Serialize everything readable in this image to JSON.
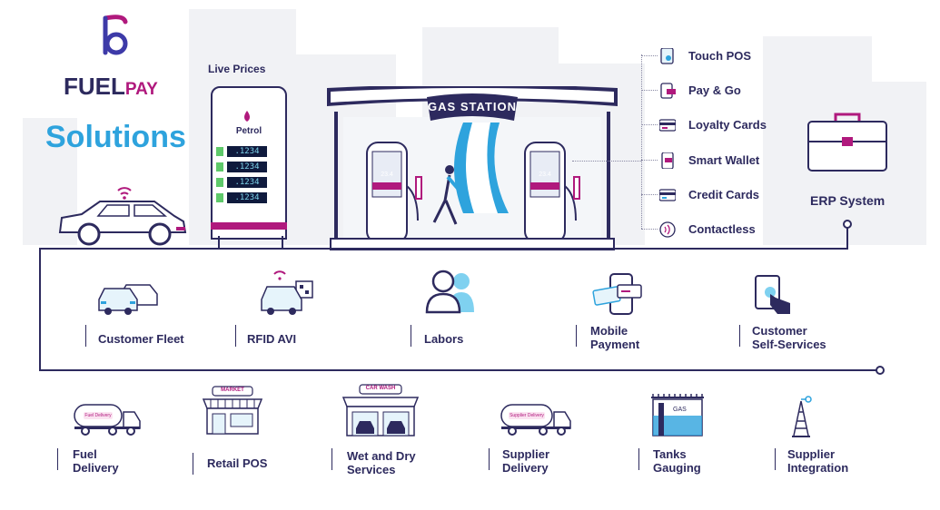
{
  "brand": {
    "name_bold": "FUEL",
    "name_light": "PAY",
    "tagline": "Solutions"
  },
  "live_prices": {
    "title": "Live Prices",
    "fuel": "Petrol",
    "prices": [
      ".1234",
      ".1234",
      ".1234",
      ".1234"
    ]
  },
  "station": {
    "title": "GAS STATION",
    "pump_display": "23.4"
  },
  "payment_methods": [
    {
      "label": "Touch POS",
      "icon": "touch-pos-icon"
    },
    {
      "label": "Pay & Go",
      "icon": "pay-and-go-icon"
    },
    {
      "label": "Loyalty Cards",
      "icon": "loyalty-card-icon"
    },
    {
      "label": "Smart Wallet",
      "icon": "smart-wallet-icon"
    },
    {
      "label": "Credit Cards",
      "icon": "credit-card-icon"
    },
    {
      "label": "Contactless",
      "icon": "contactless-icon"
    }
  ],
  "erp": {
    "label": "ERP System"
  },
  "row1": [
    {
      "label": "Customer Fleet",
      "icon": "fleet-cars-icon"
    },
    {
      "label": "RFID AVI",
      "icon": "rfid-car-icon"
    },
    {
      "label": "Labors",
      "icon": "labors-icon"
    },
    {
      "label": "Mobile\nPayment",
      "icon": "mobile-payment-icon"
    },
    {
      "label": "Customer\nSelf-Services",
      "icon": "self-service-icon"
    }
  ],
  "row2": [
    {
      "label": "Fuel\nDelivery",
      "icon": "fuel-truck-icon",
      "badge": "Fuel Delivery"
    },
    {
      "label": "Retail POS",
      "icon": "market-icon",
      "badge": "MARKET"
    },
    {
      "label": "Wet and Dry\nServices",
      "icon": "car-wash-icon",
      "badge": "CAR WASH"
    },
    {
      "label": "Supplier\nDelivery",
      "icon": "supplier-truck-icon",
      "badge": "Supplier Delivery"
    },
    {
      "label": "Tanks\nGauging",
      "icon": "tank-icon",
      "badge": "GAS"
    },
    {
      "label": "Supplier\nIntegration",
      "icon": "oil-rig-icon"
    }
  ],
  "colors": {
    "navy": "#2d2a5e",
    "magenta": "#b0197d",
    "blue": "#2ea3dd",
    "light_blue": "#7fd1f0"
  }
}
